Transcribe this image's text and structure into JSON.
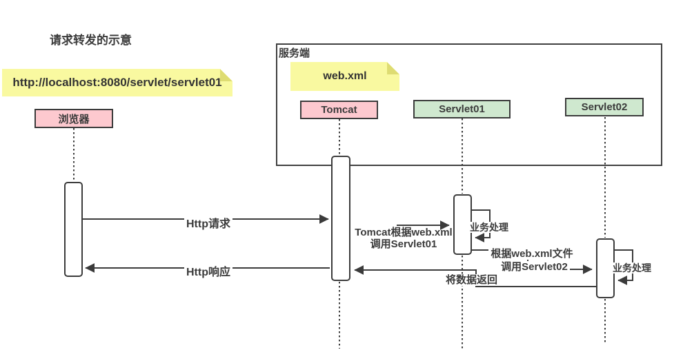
{
  "title": "请求转发的示意",
  "url_note": {
    "text": "http://localhost:8080/servlet/servlet01"
  },
  "webxml_note": {
    "text": "web.xml"
  },
  "server_frame": {
    "label": "服务端"
  },
  "participants": [
    {
      "id": "browser",
      "label": "浏览器",
      "fill": "#fdc9cf"
    },
    {
      "id": "tomcat",
      "label": "Tomcat",
      "fill": "#fdc9cf"
    },
    {
      "id": "servlet01",
      "label": "Servlet01",
      "fill": "#cfe8cf"
    },
    {
      "id": "servlet02",
      "label": "Servlet02",
      "fill": "#cfe8cf"
    }
  ],
  "messages": {
    "http_request": "Http请求",
    "http_response": "Http响应",
    "call_servlet01": {
      "line1": "Tomcat根据web.xml",
      "line2": "调用Servlet01"
    },
    "servlet01_process": "业务处理",
    "call_servlet02": {
      "line1": "根据web.xml文件",
      "line2": "调用Servlet02"
    },
    "servlet02_process": "业务处理",
    "return_data": "将数据返回"
  },
  "colors": {
    "line": "#3b3b3b",
    "note_fill": "#f9f9a0",
    "note_fold": "#dedc72",
    "pink_fill": "#fdc9cf",
    "green_fill": "#cfe8cf",
    "background": "#ffffff"
  }
}
